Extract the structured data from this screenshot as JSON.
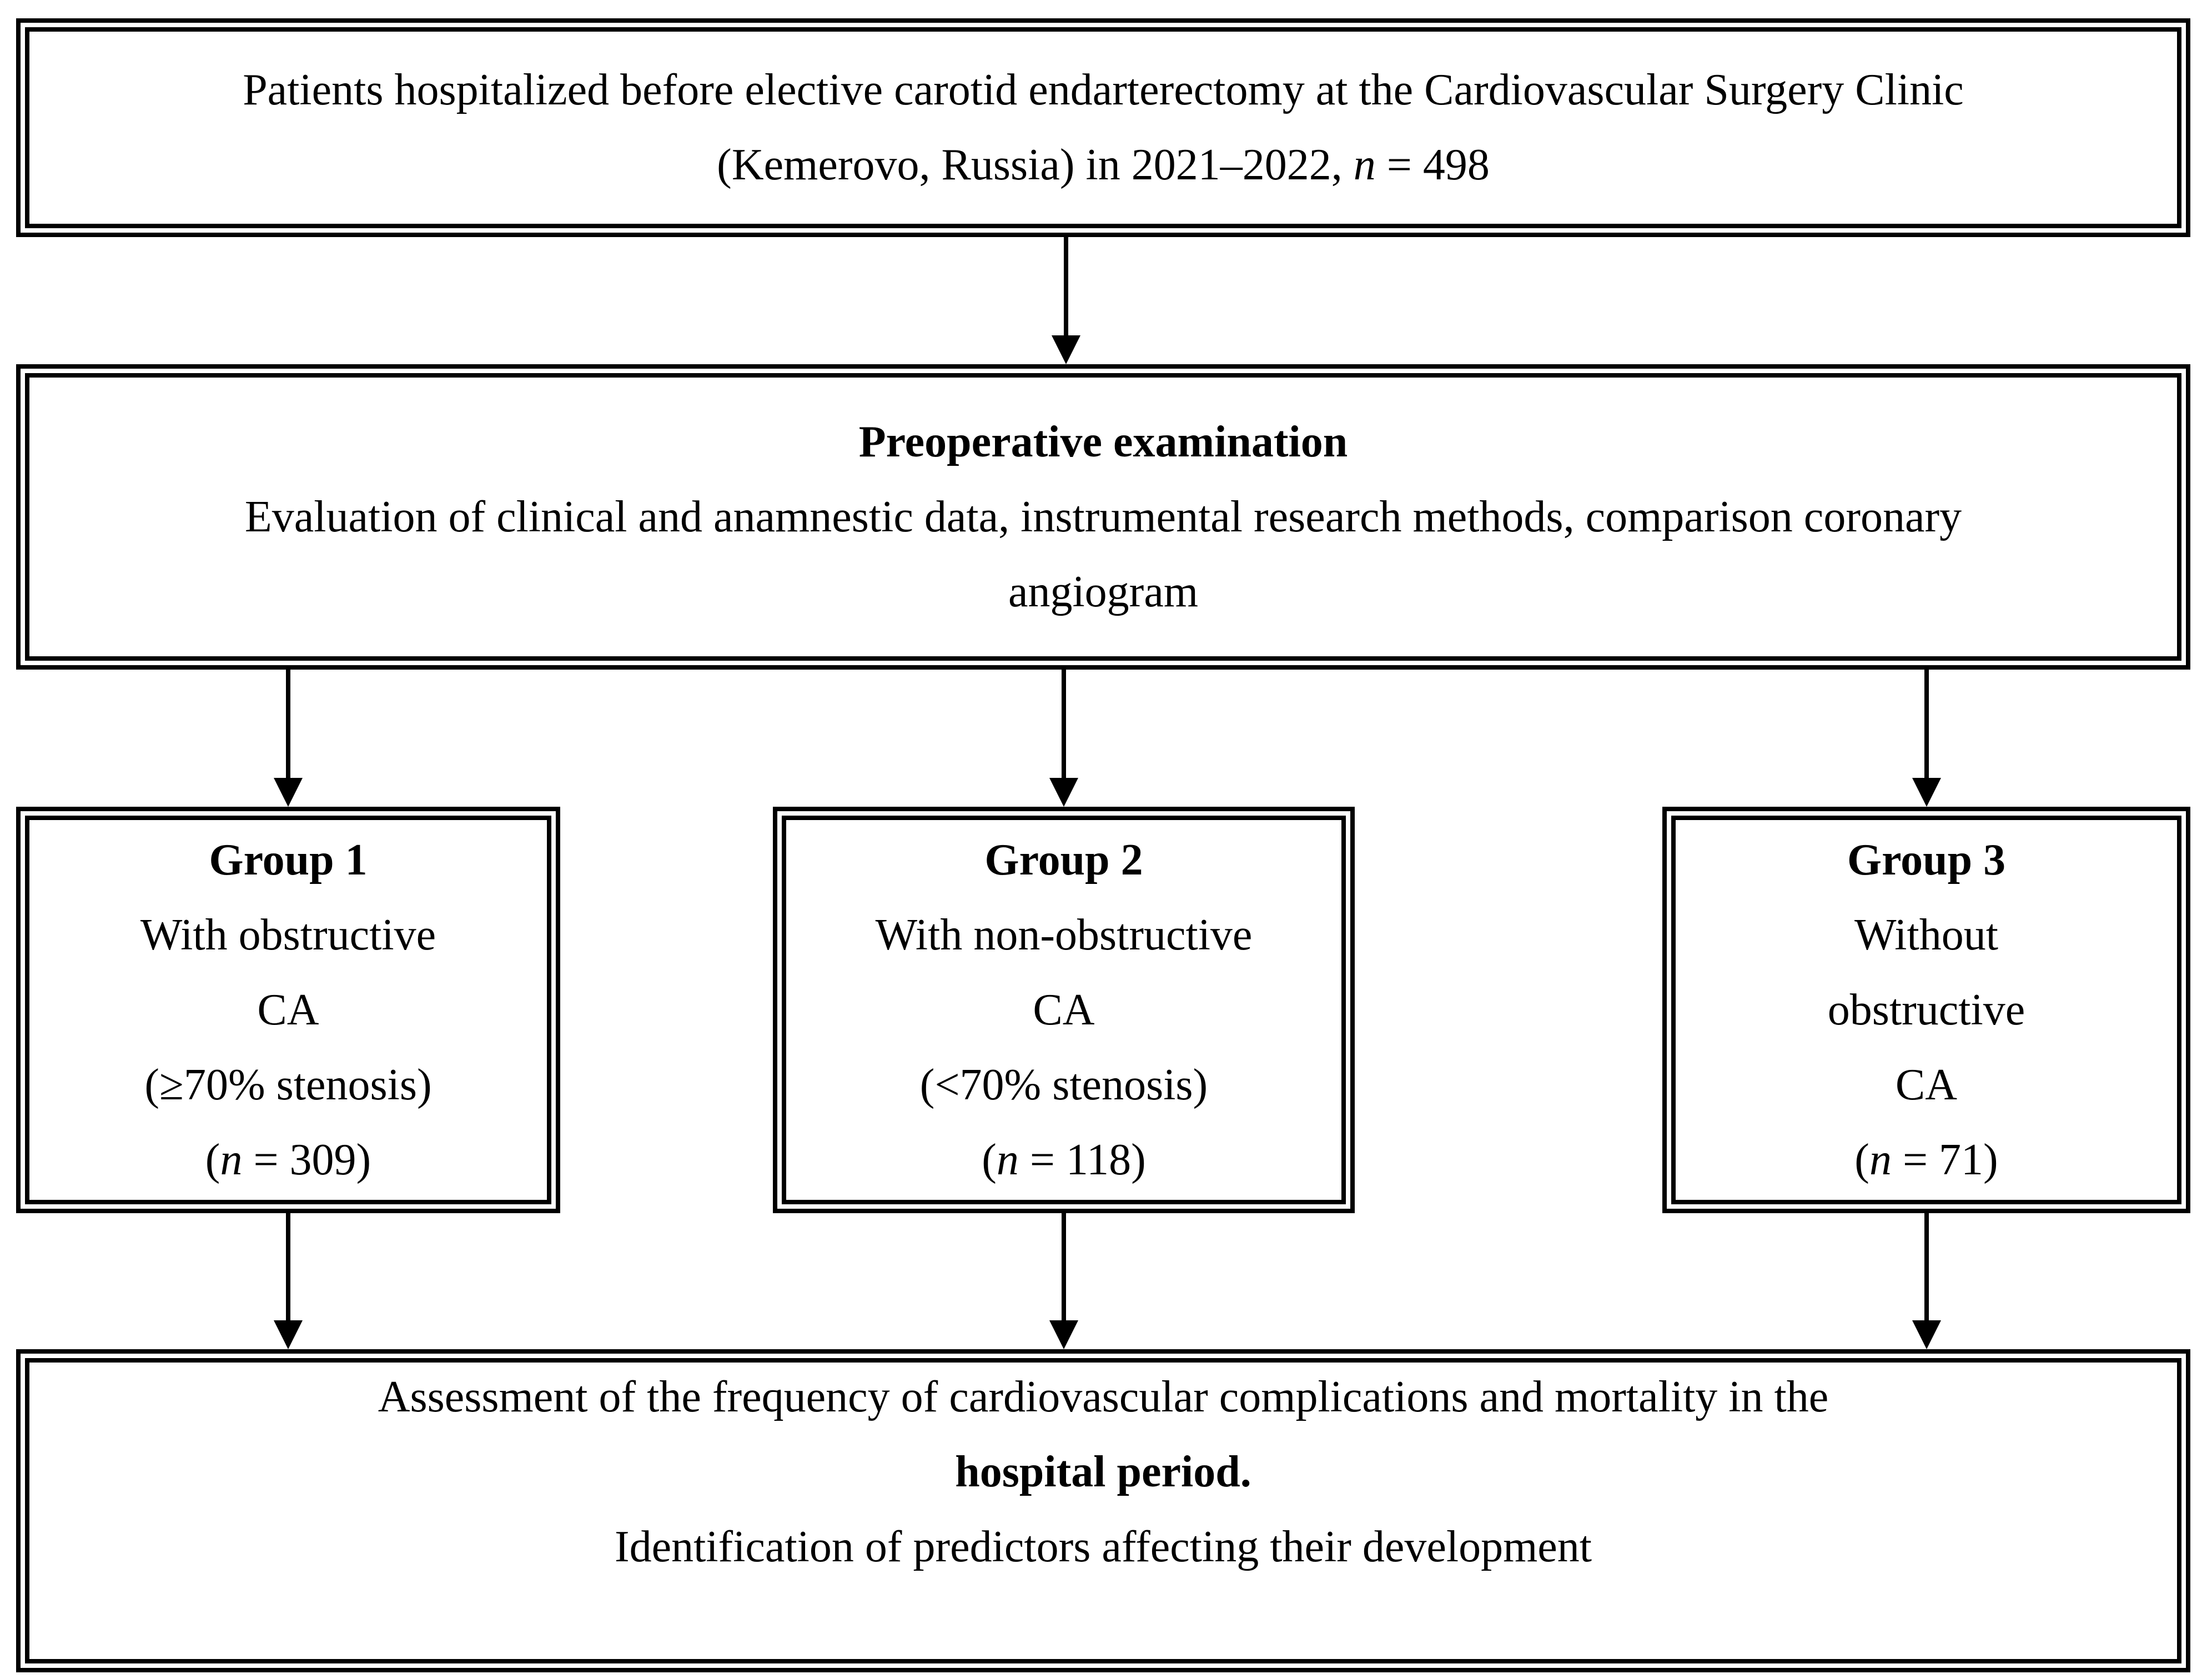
{
  "colors": {
    "border": "#000000",
    "background": "#ffffff",
    "text": "#000000"
  },
  "box_top": {
    "line1": "Patients hospitalized before elective carotid endarterectomy at the Cardiovascular Surgery Clinic",
    "line2_pre": "(Kemerovo, Russia) in 2021–2022, ",
    "n_sym": "n",
    "line2_post": " = 498"
  },
  "box_exam": {
    "title": "Preoperative examination",
    "body_line1": "Evaluation of clinical and anamnestic data, instrumental research methods, comparison coronary",
    "body_line2": "angiogram"
  },
  "groups": [
    {
      "title": "Group 1",
      "lines": [
        "With obstructive",
        "CA",
        "(≥70% stenosis)"
      ],
      "n_pre": "(",
      "n_sym": "n",
      "n_post": " = 309)"
    },
    {
      "title": "Group 2",
      "lines": [
        "With non-obstructive",
        "CA",
        "(<70% stenosis)"
      ],
      "n_pre": "(",
      "n_sym": "n",
      "n_post": " = 118)"
    },
    {
      "title": "Group 3",
      "lines": [
        "Without",
        "obstructive",
        "CA"
      ],
      "n_pre": "(",
      "n_sym": "n",
      "n_post": " = 71)"
    }
  ],
  "box_final": {
    "line1": "Assessment of the frequency of cardiovascular complications and mortality in the",
    "line2": "hospital period.",
    "line3": "Identification of predictors affecting their development"
  }
}
